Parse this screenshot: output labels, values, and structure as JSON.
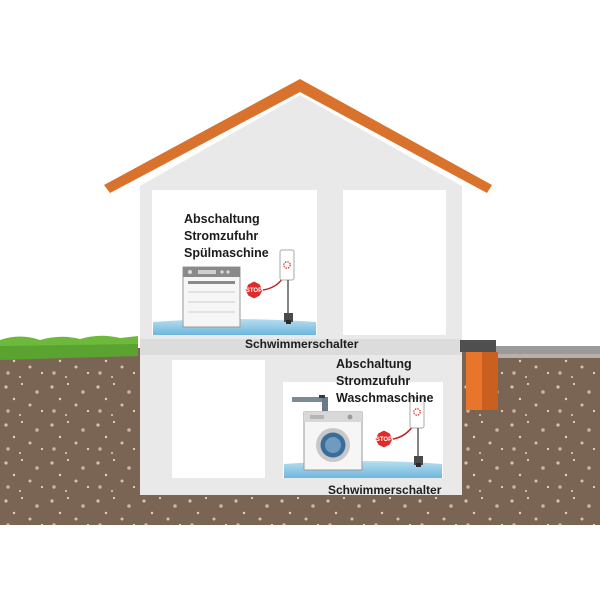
{
  "upper_room": {
    "label_lines": [
      "Abschaltung",
      "Stromzufuhr",
      "Spülmaschine"
    ],
    "sensor_label": "Schwimmerschalter",
    "appliance_icon": "dishwasher-icon",
    "valve_sign": "STOP"
  },
  "basement_room": {
    "label_lines": [
      "Abschaltung",
      "Stromzufuhr",
      "Waschmaschine"
    ],
    "sensor_label": "Schwimmerschalter",
    "appliance_icon": "washing-machine-icon",
    "valve_sign": "STOP"
  },
  "colors": {
    "roof": "#d9722c",
    "wall": "#e9e9ea",
    "interior": "#ffffff",
    "grass": "#5ba331",
    "soil": "#7a6554",
    "water": "#8fcbe8",
    "drain_pipe": "#e8752c",
    "stop_sign": "#e02b2b"
  }
}
